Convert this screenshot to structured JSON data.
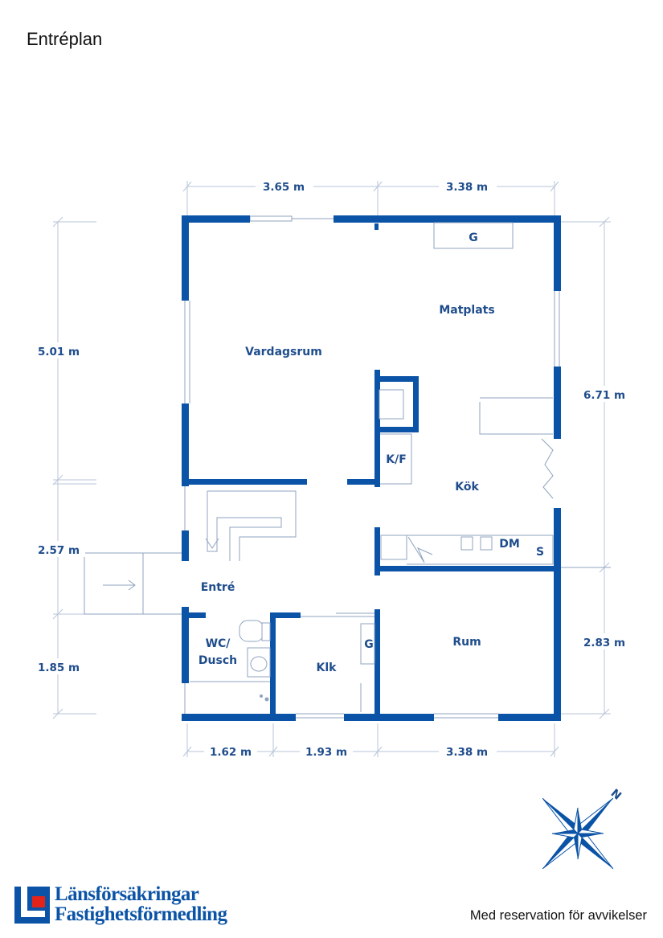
{
  "title": "Entréplan",
  "rooms": {
    "vardagsrum": "Vardagsrum",
    "matplats": "Matplats",
    "kok": "Kök",
    "kf": "K/F",
    "entre": "Entré",
    "wc_line1": "WC/",
    "wc_line2": "Dusch",
    "klk": "Klk",
    "rum": "Rum"
  },
  "fixtures": {
    "g_top": "G",
    "g_klk": "G",
    "dm": "DM",
    "s": "S"
  },
  "dimensions": {
    "top_left": "3.65 m",
    "top_right": "3.38 m",
    "bottom_1": "1.62 m",
    "bottom_2": "1.93 m",
    "bottom_3": "3.38 m",
    "left_1": "5.01 m",
    "left_2": "2.57 m",
    "left_3": "1.85 m",
    "right_1": "6.71 m",
    "right_2": "2.83 m"
  },
  "compass": {
    "north_label": "N"
  },
  "brand": {
    "line1": "Länsförsäkringar",
    "line2": "Fastighetsförmedling"
  },
  "disclaimer": "Med reservation för avvikelser",
  "colors": {
    "wall": "#0b53a6",
    "text": "#1f4d8c",
    "brand_red": "#e2231a"
  }
}
